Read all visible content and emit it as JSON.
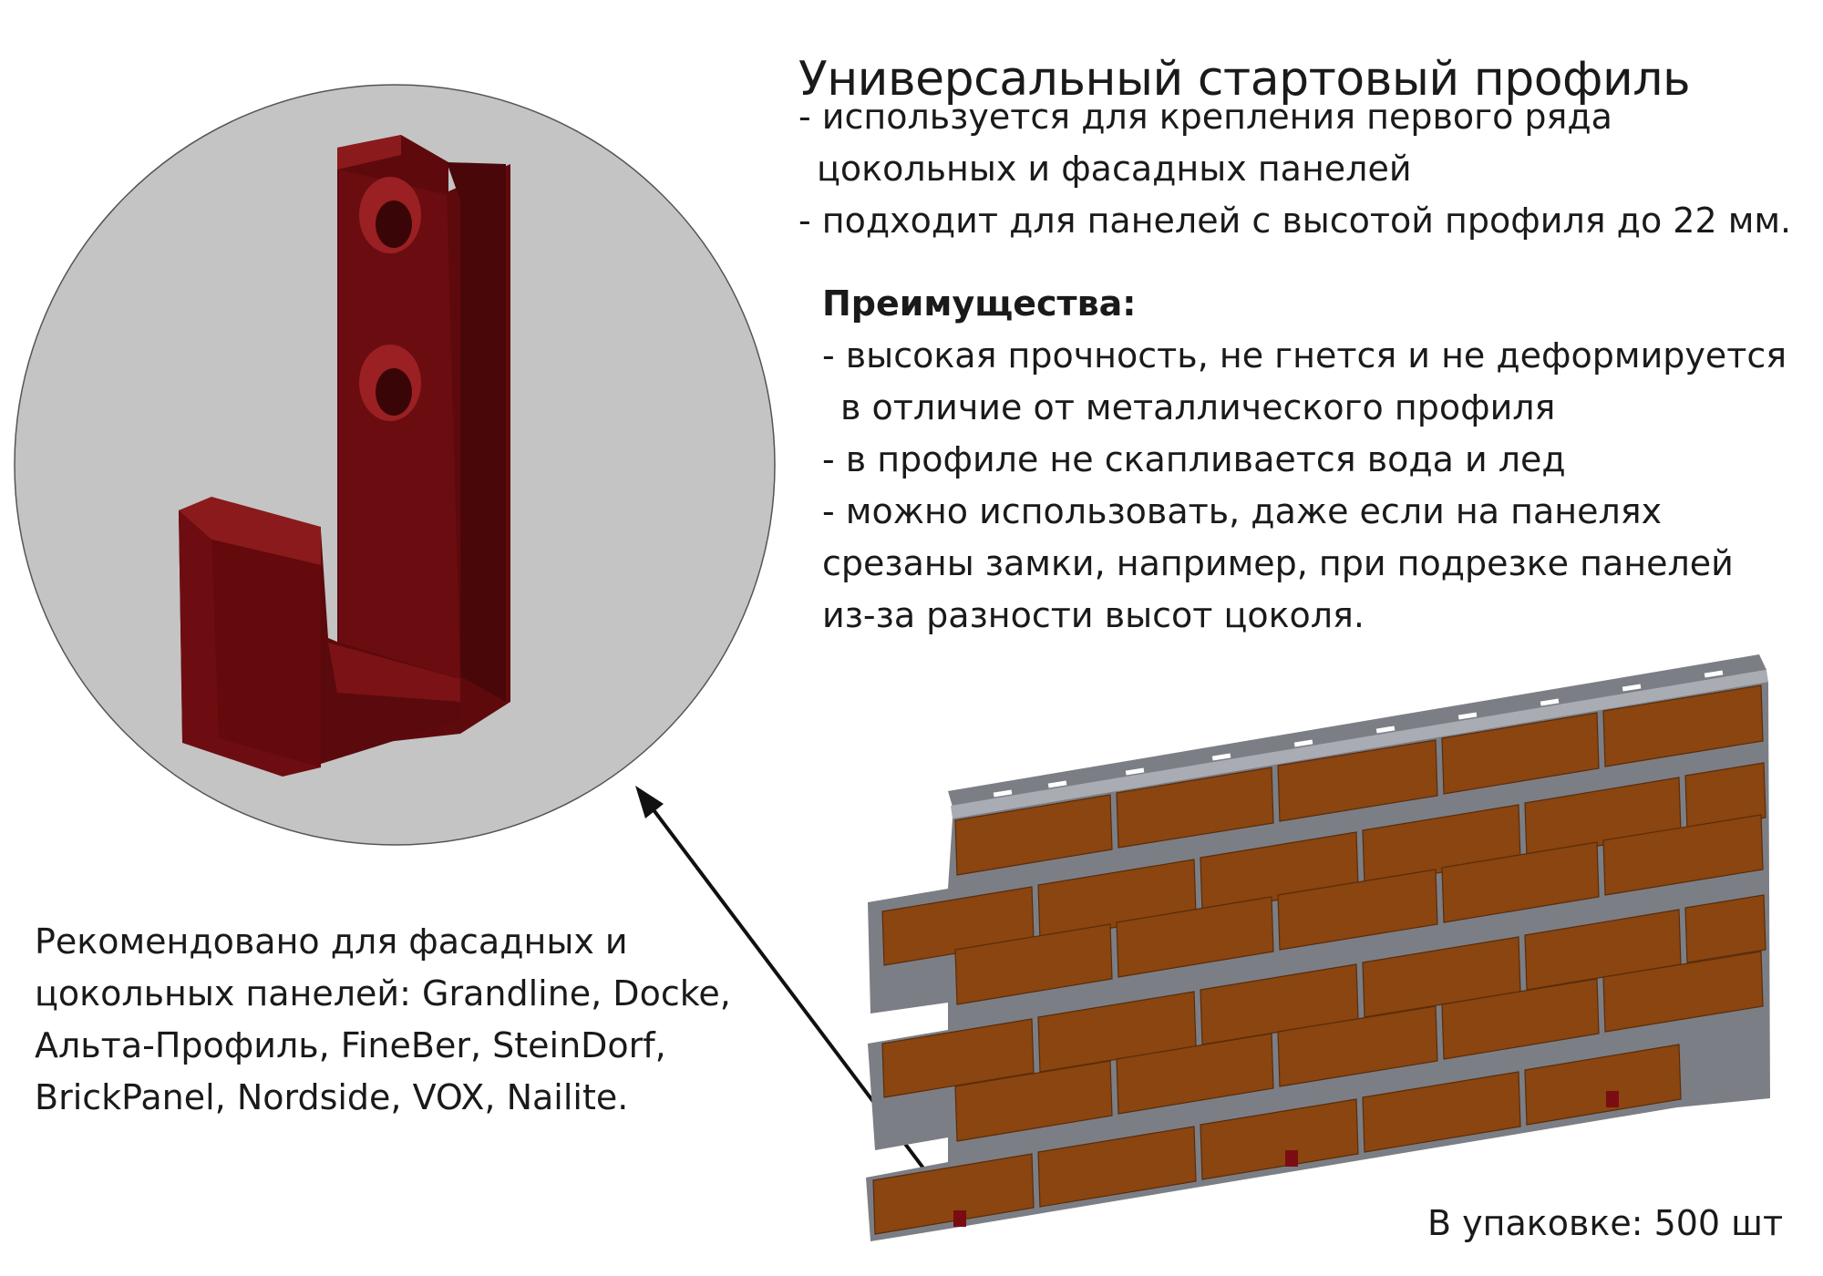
{
  "title": "Универсальный стартовый профиль",
  "intro": [
    "- используется для крепления первого ряда",
    "цокольных и фасадных панелей",
    "- подходит для панелей с высотой профиля до 22 мм."
  ],
  "advantages": {
    "title": "Преимущества:",
    "lines": [
      "- высокая прочность, не гнется и не деформируется",
      "в отличие от металлического профиля",
      "- в профиле не скапливается вода и лед",
      "- можно использовать, даже если на панелях",
      "срезаны замки, например, при подрезке панелей",
      "из-за разности высот цоколя."
    ]
  },
  "recommended": [
    "Рекомендовано для фасадных и",
    "цокольных панелей: Grandline, Docke,",
    "Альта-Профиль, FineBer, SteinDorf,",
    "BrickPanel, Nordside, VOX, Nailite."
  ],
  "package": "В упаковке: 500 шт",
  "colors": {
    "circle_bg": "#c4c4c4",
    "bracket": "#6b0d10",
    "brick": "#8a4510",
    "mortar": "#7c7e85",
    "arrow": "#111111"
  }
}
